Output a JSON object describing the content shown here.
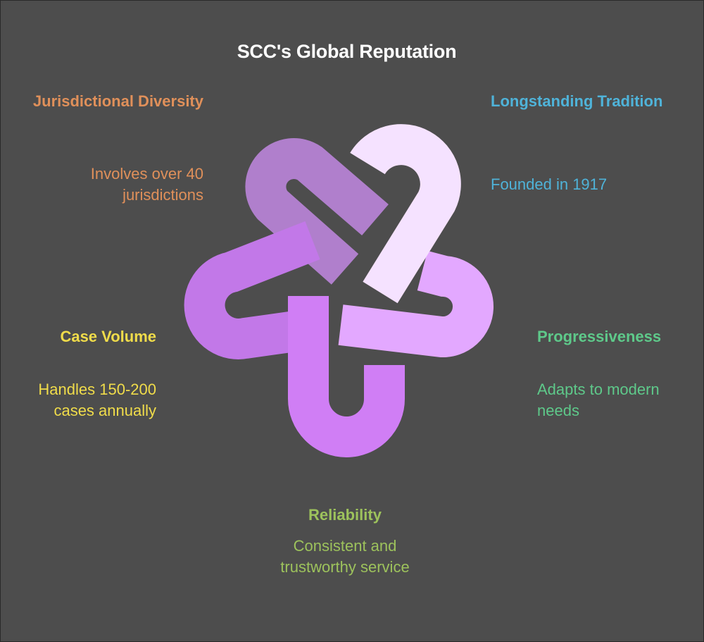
{
  "title": "SCC's Global Reputation",
  "segments": [
    {
      "id": "jurisdictional-diversity",
      "heading": "Jurisdictional Diversity",
      "description": "Involves over 40 jurisdictions",
      "color": "#e0905a",
      "link_color": "#b07fcc"
    },
    {
      "id": "longstanding-tradition",
      "heading": "Longstanding Tradition",
      "description": "Founded in 1917",
      "color": "#4fb3d9",
      "link_color": "#f5e2ff"
    },
    {
      "id": "progressiveness",
      "heading": "Progressiveness",
      "description": "Adapts to modern needs",
      "color": "#5ec98a",
      "link_color": "#e3a8ff"
    },
    {
      "id": "reliability",
      "heading": "Reliability",
      "description": "Consistent and trustworthy service",
      "color": "#9dc25c",
      "link_color": "#d07ef5"
    },
    {
      "id": "case-volume",
      "heading": "Case Volume",
      "description": "Handles 150-200 cases annually",
      "color": "#f0dc4a",
      "link_color": "#c278e8"
    }
  ]
}
